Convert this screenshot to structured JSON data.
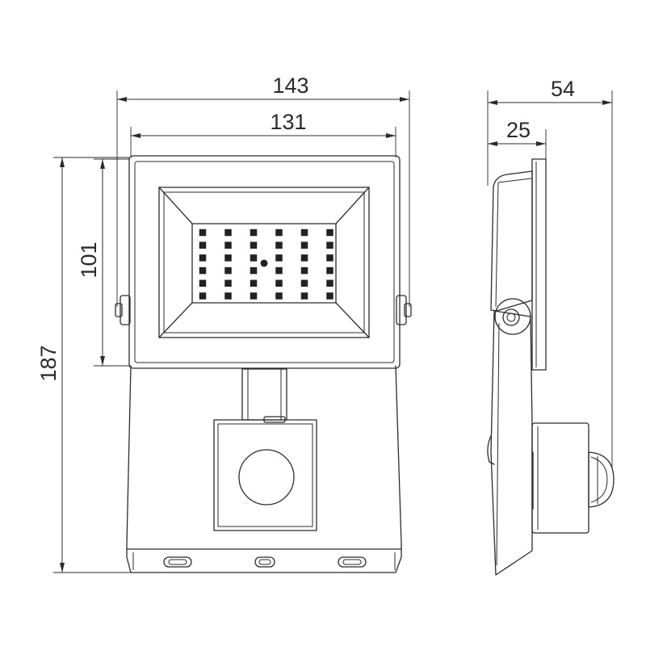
{
  "dimensions": {
    "total_width": "143",
    "panel_width": "131",
    "side_depth": "54",
    "side_offset": "25",
    "panel_height": "101",
    "total_height": "187"
  },
  "colors": {
    "line": "#2b2b2b",
    "led": "#222222",
    "background": "#ffffff"
  }
}
